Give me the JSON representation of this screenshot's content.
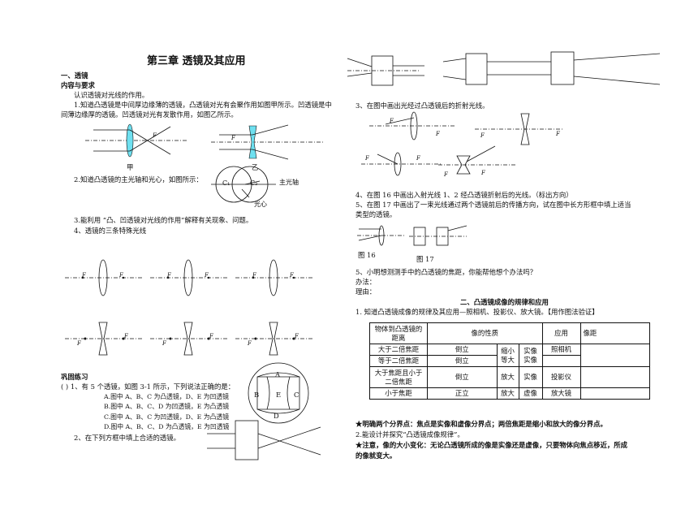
{
  "title": "第三章   透镜及其应用",
  "sec1": {
    "heading": "一、透镜",
    "sub": "内容与要求",
    "p1": "认识透镜对光线的作用。",
    "p2a": "1.知道凸透镜是中间厚边缘薄的透镜，凸透镜对光有会聚作用如图甲所示。凹透镜是中",
    "p2b": "间薄边缘厚的透镜。凹透镜对光有发散作用，如图乙所示。",
    "fig_jia": "甲",
    "fig_yi": "乙",
    "f_label": "F",
    "p3": "2.知道凸透镜的主光轴和光心，如图所示：",
    "c1": "C₁",
    "c2": "C₂",
    "axis_label": "主光轴",
    "center_label": "光心",
    "p4": "3.能利用 “凸、凹透镜对光线的作用”解释有关现象、问题。",
    "p5": "4、透镜的三条特殊光线"
  },
  "practice": {
    "heading": "巩固练习",
    "q1": "(     ) 1、有 5 个透镜，如图 3-1 所示，下列说法正确的是：",
    "opts": [
      "A.图中 A、B、C 为凸透镜，D、E 为凹透镜",
      "B.图中 A、B、C、D 为凹透镜，E 为凸透镜",
      "C.图中 A、B、C 为凹透镜，D、E 为凸透镜",
      "D.图中 A、B、C、D 为凸透镜，E 为凹透镜"
    ],
    "q2": "2、在下列方框中填上合适的透镜。",
    "lens_labels": [
      "A",
      "B",
      "E",
      "C",
      "D"
    ]
  },
  "right": {
    "q3": "3、在图中画出光经过凸透镜后的折射光线。",
    "q4": "4、在图 16 中画出入射光线 1、2 经凸透镜折射后的光线。（标出方向）",
    "q5a": "5、在图 17 中画出了一束光线通过两个透镜前后的传播方向，试在图中长方形框中填上适当",
    "q5b": "类型的透镜。",
    "fig16": "图 16",
    "fig17": "图 17",
    "q6": "5、小明想测测手中的凸透镜的焦距，你能帮他想个办法吗？",
    "method": "办法：",
    "reason": "理由：",
    "sec2": "二、凸透镜成像的规律和应用",
    "item1": "1.     知道凸透镜成像的规律及其应用—照相机、投影仪、放大镜。【用作图法验证】",
    "table": {
      "h_dist": "物体到凸透镜的距离",
      "h_nature": "像的性质",
      "h_app": "应用",
      "h_img": "像距",
      "rows": [
        [
          "大于二倍焦距",
          "倒立",
          "缩小",
          "实像",
          "照相机"
        ],
        [
          "等于二倍焦距",
          "倒立",
          "等大",
          "实像",
          ""
        ],
        [
          "大于焦距且小于二倍焦距",
          "倒立",
          "放大",
          "实像",
          "投影仪"
        ],
        [
          "小于焦距",
          "正立",
          "放大",
          "虚像",
          "放大镜"
        ]
      ]
    },
    "star1": "★明确两个分界点：焦点是实像和虚像分界点；两倍焦距是缩小和放大的像分界点。",
    "item2": "2.能设计并探究“凸透镜成像规律”。",
    "star2a": "★注意，像的大小变化：无论凸透镜所成的像是实像还是虚像，只要物体向焦点移近，所成",
    "star2b": "的像就变大。"
  }
}
